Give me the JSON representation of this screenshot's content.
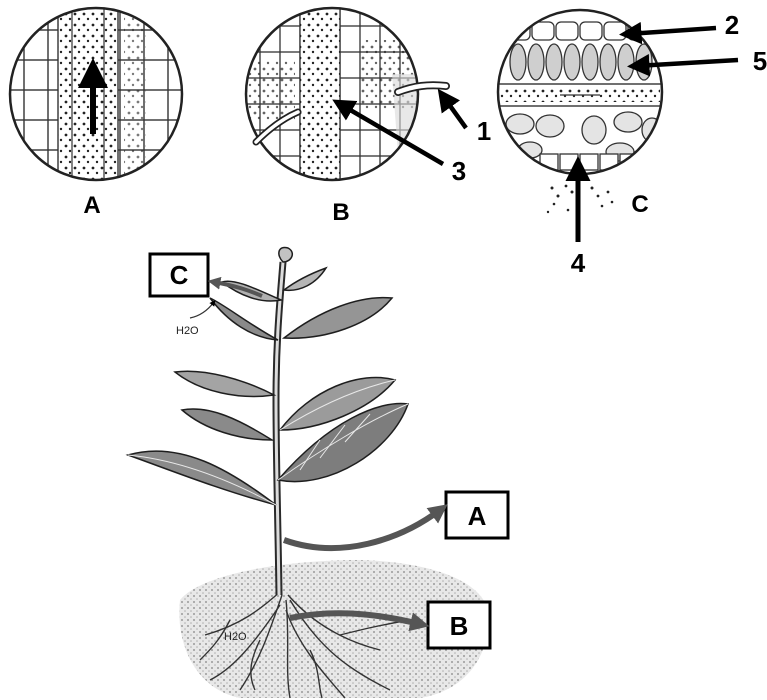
{
  "insets": {
    "a": {
      "label": "A"
    },
    "b": {
      "label": "B"
    },
    "c": {
      "label": "C"
    }
  },
  "callouts": {
    "n1": "1",
    "n2": "2",
    "n3": "3",
    "n4": "4",
    "n5": "5"
  },
  "plant": {
    "box_c": "C",
    "box_a": "A",
    "box_b": "B",
    "leaf_water": "H2O",
    "soil_water": "H2O"
  }
}
